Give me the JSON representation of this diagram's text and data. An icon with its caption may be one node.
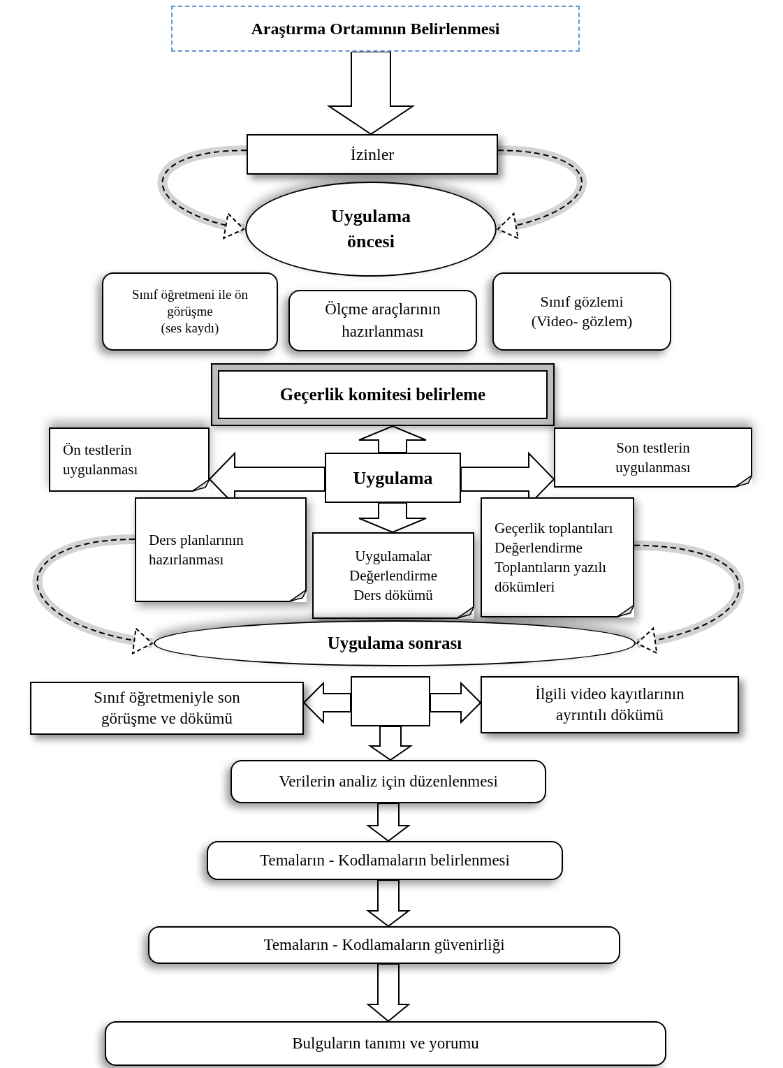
{
  "diagram": {
    "nodes": [
      {
        "text": [
          "Araştırma Ortamının Belirlenmesi"
        ]
      },
      {
        "text": [
          "İzinler"
        ]
      },
      {
        "text": [
          "Uygulama öncesi"
        ]
      },
      {
        "text": [
          "Sınıf öğretmeni ile ön görüşme",
          "(ses kaydı)"
        ]
      },
      {
        "text": [
          "Ölçme araçlarının hazırlanması"
        ]
      },
      {
        "text": [
          "Sınıf gözlemi",
          "(Video- gözlem)"
        ]
      },
      {
        "text": [
          "Geçerlik komitesi belirleme"
        ]
      },
      {
        "text": [
          "Ön testlerin uygulanması"
        ]
      },
      {
        "text": [
          "Uygulama"
        ]
      },
      {
        "text": [
          "Son testlerin uygulanması"
        ]
      },
      {
        "text": [
          "Ders planlarının hazırlanması"
        ]
      },
      {
        "text": [
          "Uygulamalar",
          "Değerlendirme",
          "Ders dökümü"
        ]
      },
      {
        "text": [
          "Geçerlik toplantıları",
          "Değerlendirme",
          "Toplantıların yazılı dökümleri"
        ]
      },
      {
        "text": [
          "Uygulama sonrası"
        ]
      },
      {
        "text": [
          "Sınıf öğretmeniyle son görüşme ve dökümü"
        ]
      },
      {
        "text": [],
        "shape": "box"
      },
      {
        "text": [
          "İlgili video kayıtlarının ayrıntılı dökümü"
        ]
      },
      {
        "text": [
          "Verilerin analiz için düzenlenmesi"
        ]
      },
      {
        "text": [
          "Temaların - Kodlamaların belirlenmesi"
        ]
      },
      {
        "text": [
          "Temaların - Kodlamaların güvenirliği"
        ]
      },
      {
        "text": [
          "Bulguların tanımı ve yorumu"
        ]
      }
    ],
    "edges": [
      {
        "from": 0,
        "to": 1,
        "arrow": "to"
      },
      {
        "from": 1,
        "to": 2,
        "arrow": "to",
        "style": "dashed"
      },
      {
        "from": 1,
        "to": 2,
        "arrow": "to",
        "style": "dashed"
      },
      {
        "from": 8,
        "to": 6,
        "arrow": "to"
      },
      {
        "from": 8,
        "to": 7,
        "arrow": "to"
      },
      {
        "from": 8,
        "to": 9,
        "arrow": "to"
      },
      {
        "from": 8,
        "to": 11,
        "arrow": "to"
      },
      {
        "from": 10,
        "to": 13,
        "arrow": "to",
        "style": "dashed"
      },
      {
        "from": 12,
        "to": 13,
        "arrow": "to",
        "style": "dashed"
      },
      {
        "from": 15,
        "to": 14,
        "arrow": "to"
      },
      {
        "from": 15,
        "to": 16,
        "arrow": "to"
      },
      {
        "from": 15,
        "to": 17,
        "arrow": "to"
      },
      {
        "from": 17,
        "to": 18,
        "arrow": "to"
      },
      {
        "from": 18,
        "to": 19,
        "arrow": "to"
      },
      {
        "from": 19,
        "to": 20,
        "arrow": "to"
      }
    ]
  }
}
